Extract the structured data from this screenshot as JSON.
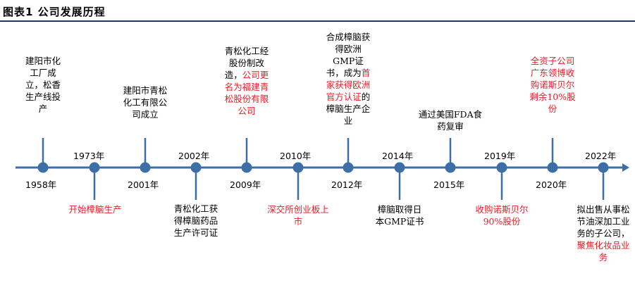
{
  "header": {
    "title": "图表1 公司发展历程"
  },
  "timeline": {
    "axis_color": "#3b6fa5",
    "event_color": "#e2202a",
    "events": [
      {
        "year": "1958年",
        "text": [
          {
            "t": "建阳市化工厂成立，松香生产线投产",
            "red": false
          }
        ]
      },
      {
        "year": "1973年",
        "text": [
          {
            "t": "开始樟脑生产",
            "red": true
          }
        ]
      },
      {
        "year": "2001年",
        "text": [
          {
            "t": "建阳市青松化工有限公司成立",
            "red": false
          }
        ]
      },
      {
        "year": "2002年",
        "text": [
          {
            "t": "青松化工获得樟脑药品生产许可证",
            "red": false
          }
        ]
      },
      {
        "year": "2009年",
        "text": [
          {
            "t": "青松化工经股份制改造，",
            "red": false
          },
          {
            "t": "公司更名为福建青松股份有限公司",
            "red": true
          }
        ]
      },
      {
        "year": "2010年",
        "text": [
          {
            "t": "深交所创业板上市",
            "red": true
          }
        ]
      },
      {
        "year": "2012年",
        "text": [
          {
            "t": "合成樟脑获得欧洲GMP证书，成为",
            "red": false
          },
          {
            "t": "首家获得欧洲官方认证",
            "red": true
          },
          {
            "t": "的樟脑生产企业",
            "red": false
          }
        ]
      },
      {
        "year": "2014年",
        "text": [
          {
            "t": "樟脑取得日本GMP证书",
            "red": false
          }
        ]
      },
      {
        "year": "2015年",
        "text": [
          {
            "t": "通过美国FDA食药复审",
            "red": false
          }
        ]
      },
      {
        "year": "2019年",
        "text": [
          {
            "t": "收购诺斯贝尔90%股份",
            "red": true
          }
        ]
      },
      {
        "year": "2020年",
        "text": [
          {
            "t": "全资子公司广东领博收购诺斯贝尔剩余10%股份",
            "red": true
          }
        ]
      },
      {
        "year": "2022年",
        "text": [
          {
            "t": "拟出售从事松节油深加工业务的子公司，",
            "red": false
          },
          {
            "t": "聚焦化妆品业务",
            "red": true
          }
        ]
      }
    ]
  }
}
